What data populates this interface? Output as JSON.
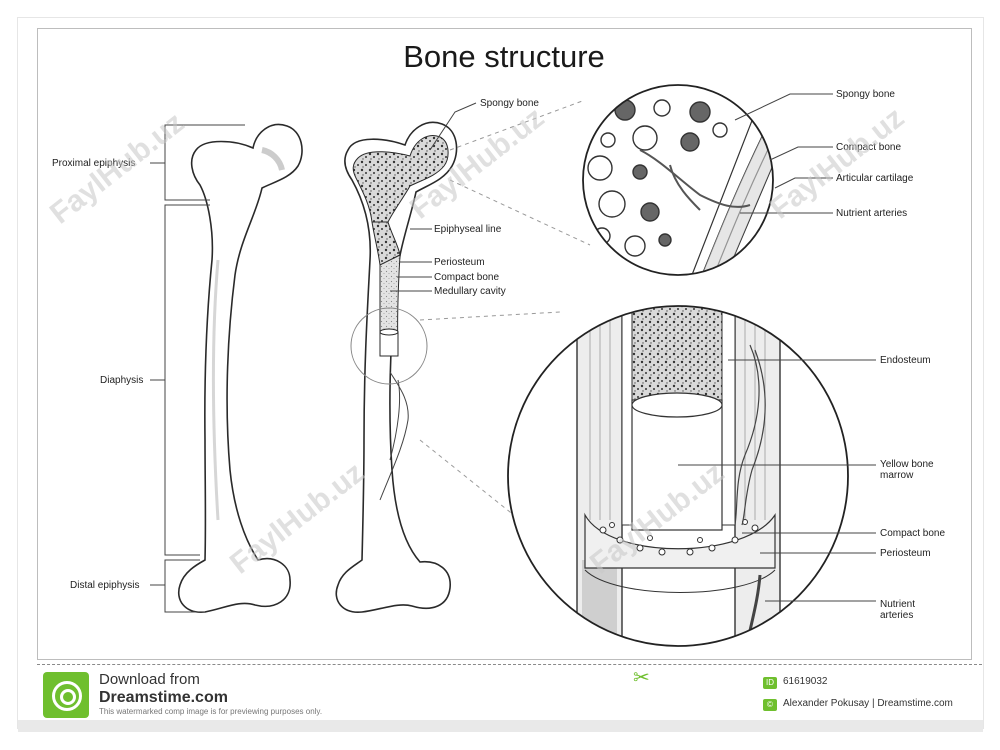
{
  "title": "Bone structure",
  "labels": {
    "proximal_epiphysis": "Proximal epiphysis",
    "diaphysis": "Diaphysis",
    "distal_epiphysis": "Distal epiphysis",
    "spongy_bone": "Spongy bone",
    "epiphyseal_line": "Epiphyseal line",
    "periosteum": "Periosteum",
    "compact_bone": "Compact bone",
    "medullary_cavity": "Medullary cavity",
    "zoom_spongy_bone": "Spongy bone",
    "zoom_compact_bone": "Compact bone",
    "articular_cartilage": "Articular cartilage",
    "nutrient_arteries": "Nutrient arteries",
    "endosteum": "Endosteum",
    "yellow_marrow_1": "Yellow bone",
    "yellow_marrow_2": "marrow",
    "zoom2_compact_bone": "Compact bone",
    "zoom2_periosteum": "Periosteum",
    "zoom2_nutrient_1": "Nutrient",
    "zoom2_nutrient_2": "arteries"
  },
  "watermark": "FaylHub.uz",
  "footer": {
    "download_from": "Download from",
    "site": "Dreamstime.com",
    "note": "This watermarked comp image is for previewing purposes only.",
    "id_badge": "ID",
    "id_number": "61619032",
    "credit": "Alexander Pokusay | Dreamstime.com"
  },
  "colors": {
    "accent": "#6fbf2e",
    "line": "#2a2a2a",
    "watermark": "#c8c8c8"
  }
}
